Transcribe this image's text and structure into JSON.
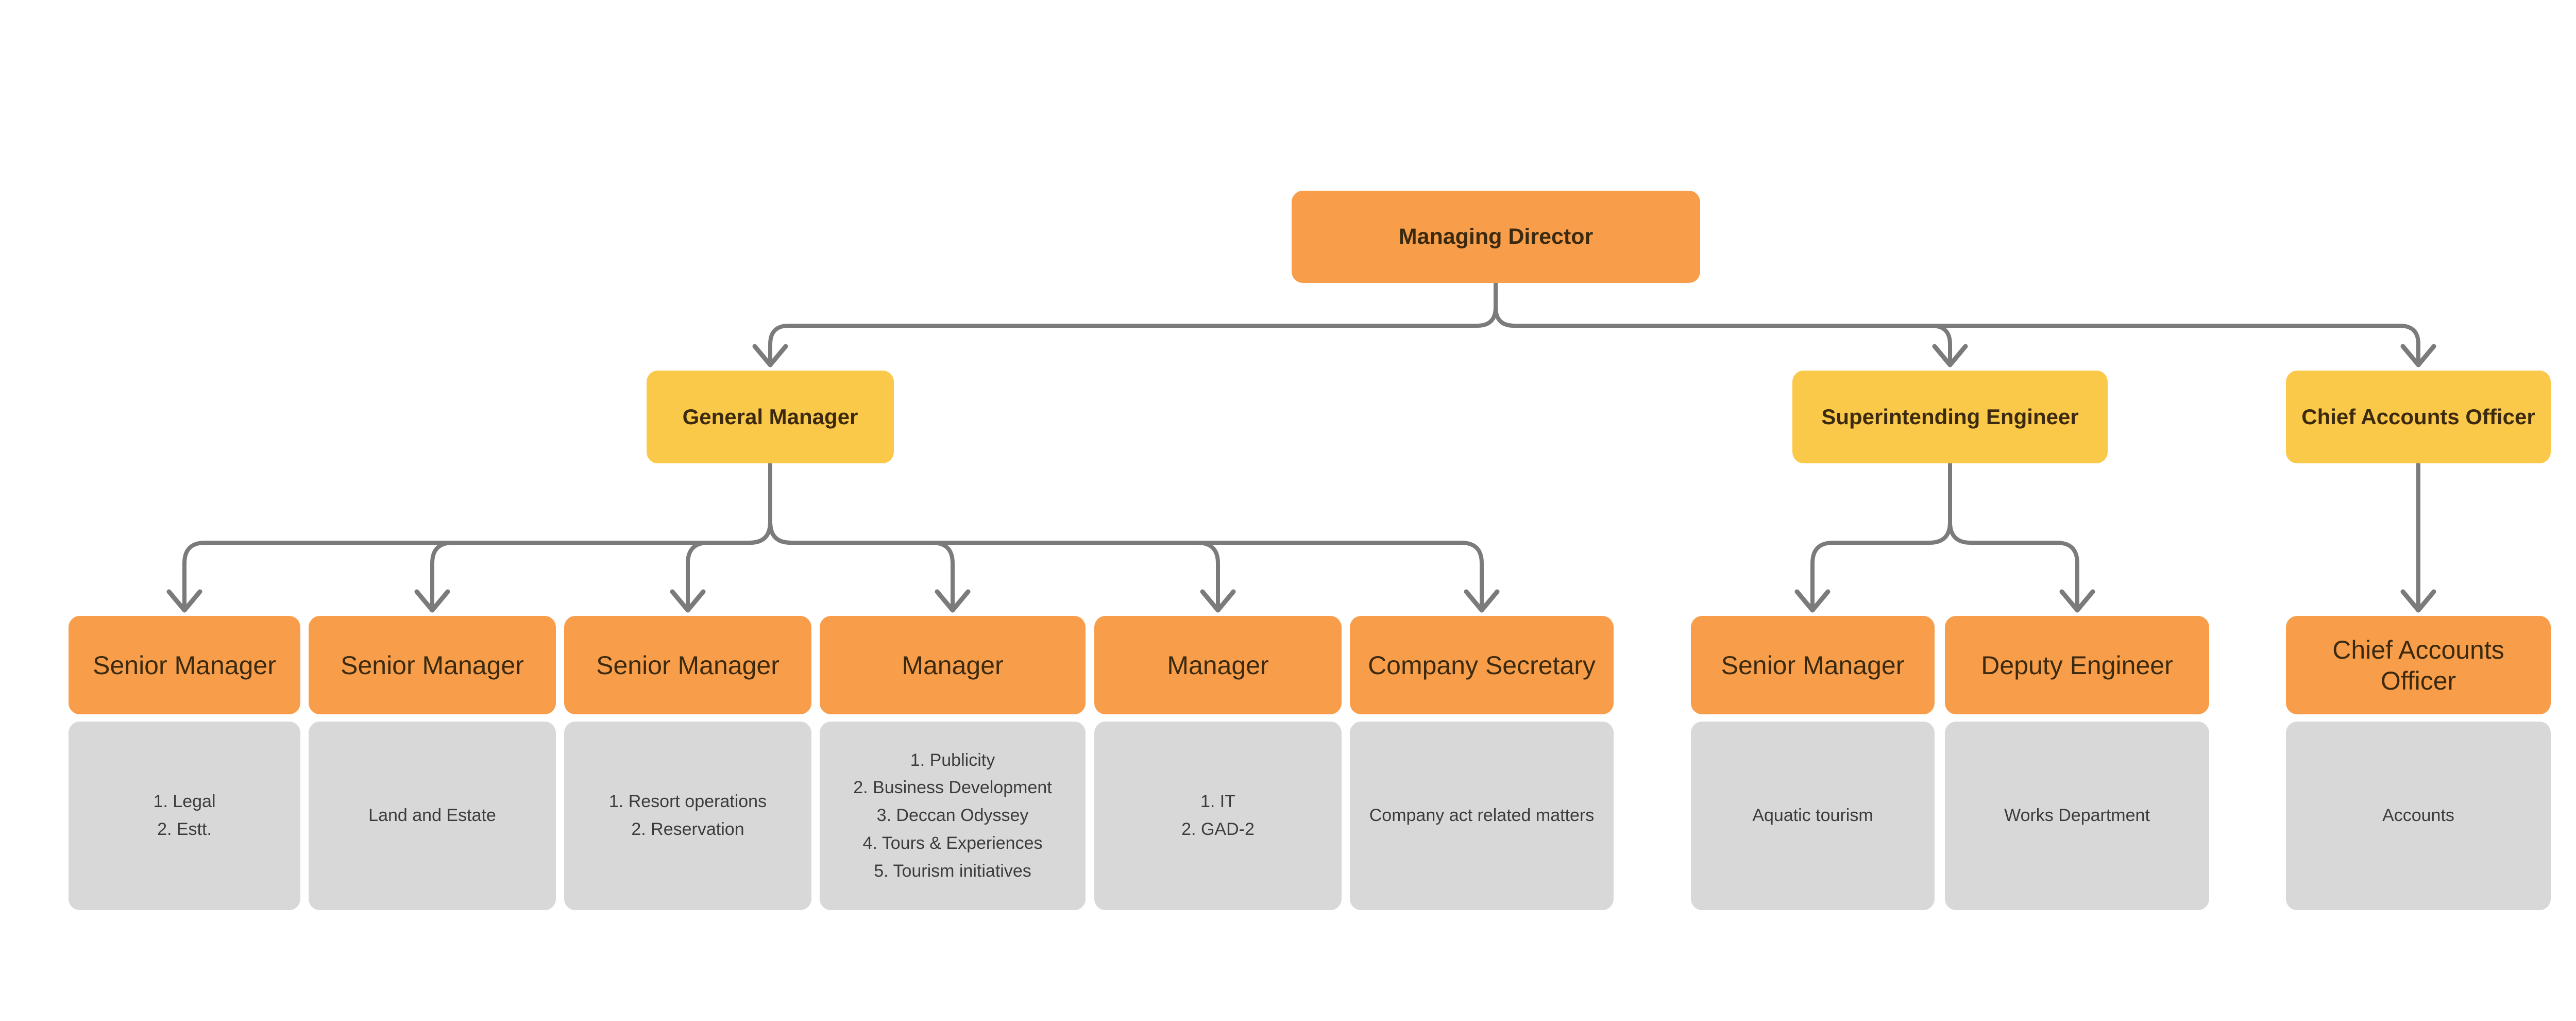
{
  "colors": {
    "node_orange": "#F89E4A",
    "node_yellow": "#FBC94A",
    "node_gray": "#D8D8D8",
    "connector": "#7B7B7B",
    "header_text": "#3B2A0F",
    "detail_text": "#3C3C3C",
    "background": "#FFFFFF"
  },
  "org": {
    "root": {
      "title": "Managing Director"
    },
    "branches": [
      {
        "title": "General Manager",
        "children": [
          {
            "title": "Senior Manager",
            "details": [
              "1. Legal",
              "2. Estt."
            ]
          },
          {
            "title": "Senior Manager",
            "details": [
              "Land and Estate"
            ]
          },
          {
            "title": "Senior Manager",
            "details": [
              "1. Resort operations",
              "2. Reservation"
            ]
          },
          {
            "title": "Manager",
            "details": [
              "1. Publicity",
              "2. Business Development",
              "3. Deccan Odyssey",
              "4. Tours & Experiences",
              "5. Tourism initiatives"
            ]
          },
          {
            "title": "Manager",
            "details": [
              "1. IT",
              "2. GAD-2"
            ]
          },
          {
            "title": "Company Secretary",
            "details": [
              "Company act related matters"
            ]
          }
        ]
      },
      {
        "title": "Superintending Engineer",
        "children": [
          {
            "title": "Senior Manager",
            "details": [
              "Aquatic tourism"
            ]
          },
          {
            "title": "Deputy Engineer",
            "details": [
              "Works Department"
            ]
          }
        ]
      },
      {
        "title": "Chief Accounts Officer",
        "children": [
          {
            "title": "Chief Accounts Officer",
            "details": [
              "Accounts"
            ]
          }
        ]
      }
    ]
  }
}
